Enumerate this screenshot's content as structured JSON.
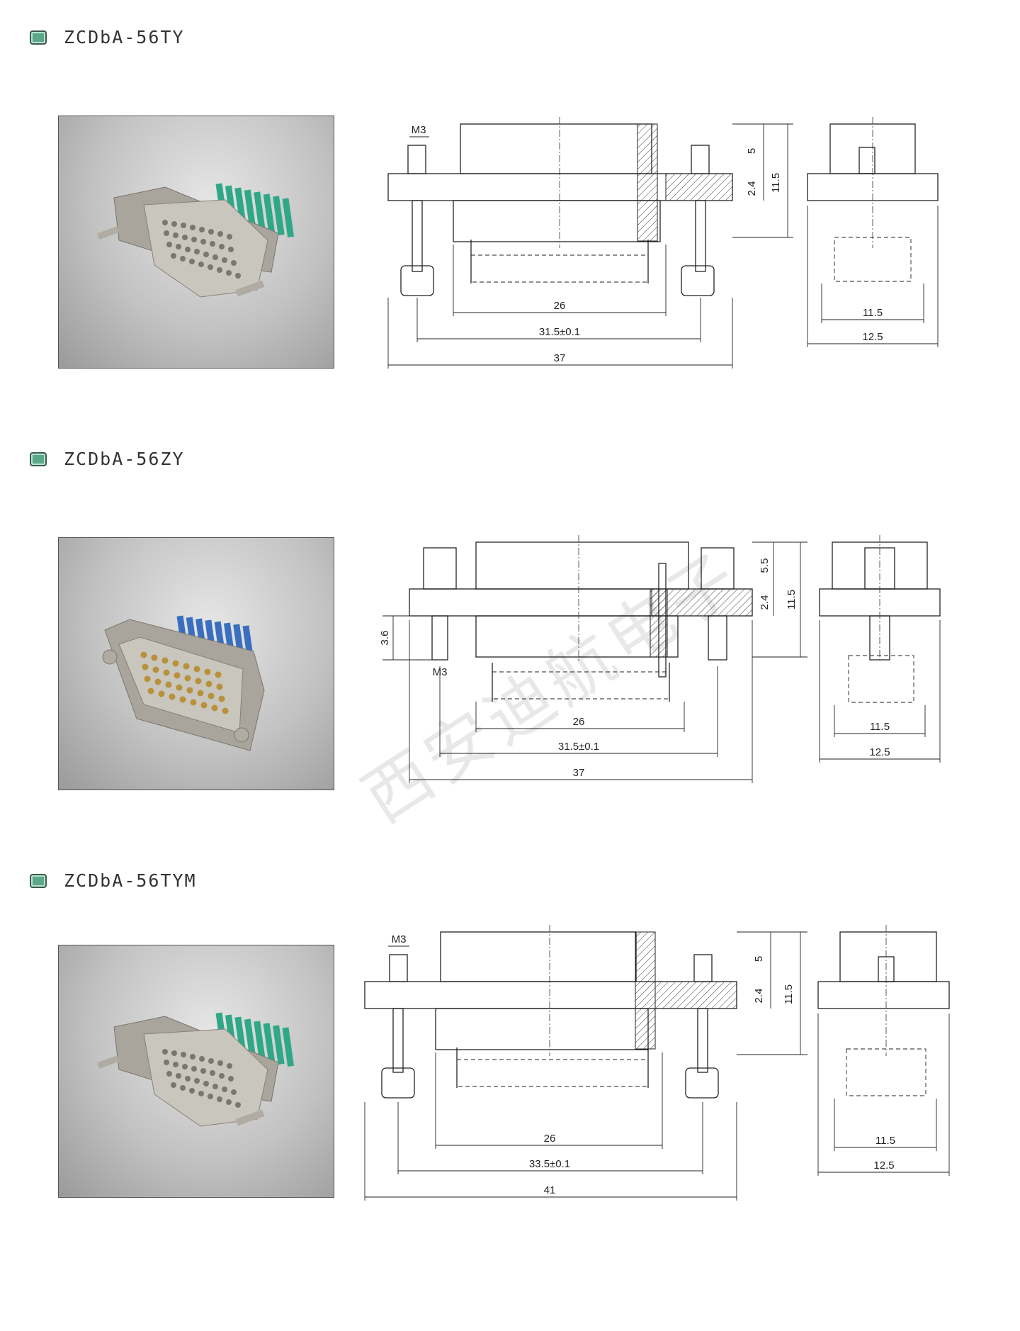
{
  "sections": [
    {
      "title": "ZCDbA-56TY",
      "pin_color": "#2fa888",
      "dims": {
        "thread": "M3",
        "top_height": "5",
        "flange": "2.4",
        "total_height": "11.5",
        "body_width": "26",
        "mount_spacing": "31.5±0.1",
        "overall_width": "37",
        "side_inner": "11.5",
        "side_outer": "12.5"
      }
    },
    {
      "title": "ZCDbA-56ZY",
      "pin_color": "#3a6fc0",
      "dims": {
        "thread": "M3",
        "top_height": "5.5",
        "flange": "2.4",
        "total_height": "11.5",
        "lower_height": "3.6",
        "body_width": "26",
        "mount_spacing": "31.5±0.1",
        "overall_width": "37",
        "side_inner": "11.5",
        "side_outer": "12.5"
      }
    },
    {
      "title": "ZCDbA-56TYM",
      "pin_color": "#2fa888",
      "dims": {
        "thread": "M3",
        "top_height": "5",
        "flange": "2.4",
        "total_height": "11.5",
        "body_width": "26",
        "mount_spacing": "33.5±0.1",
        "overall_width": "41",
        "side_inner": "11.5",
        "side_outer": "12.5"
      }
    }
  ],
  "watermark": "西安迪航电子"
}
